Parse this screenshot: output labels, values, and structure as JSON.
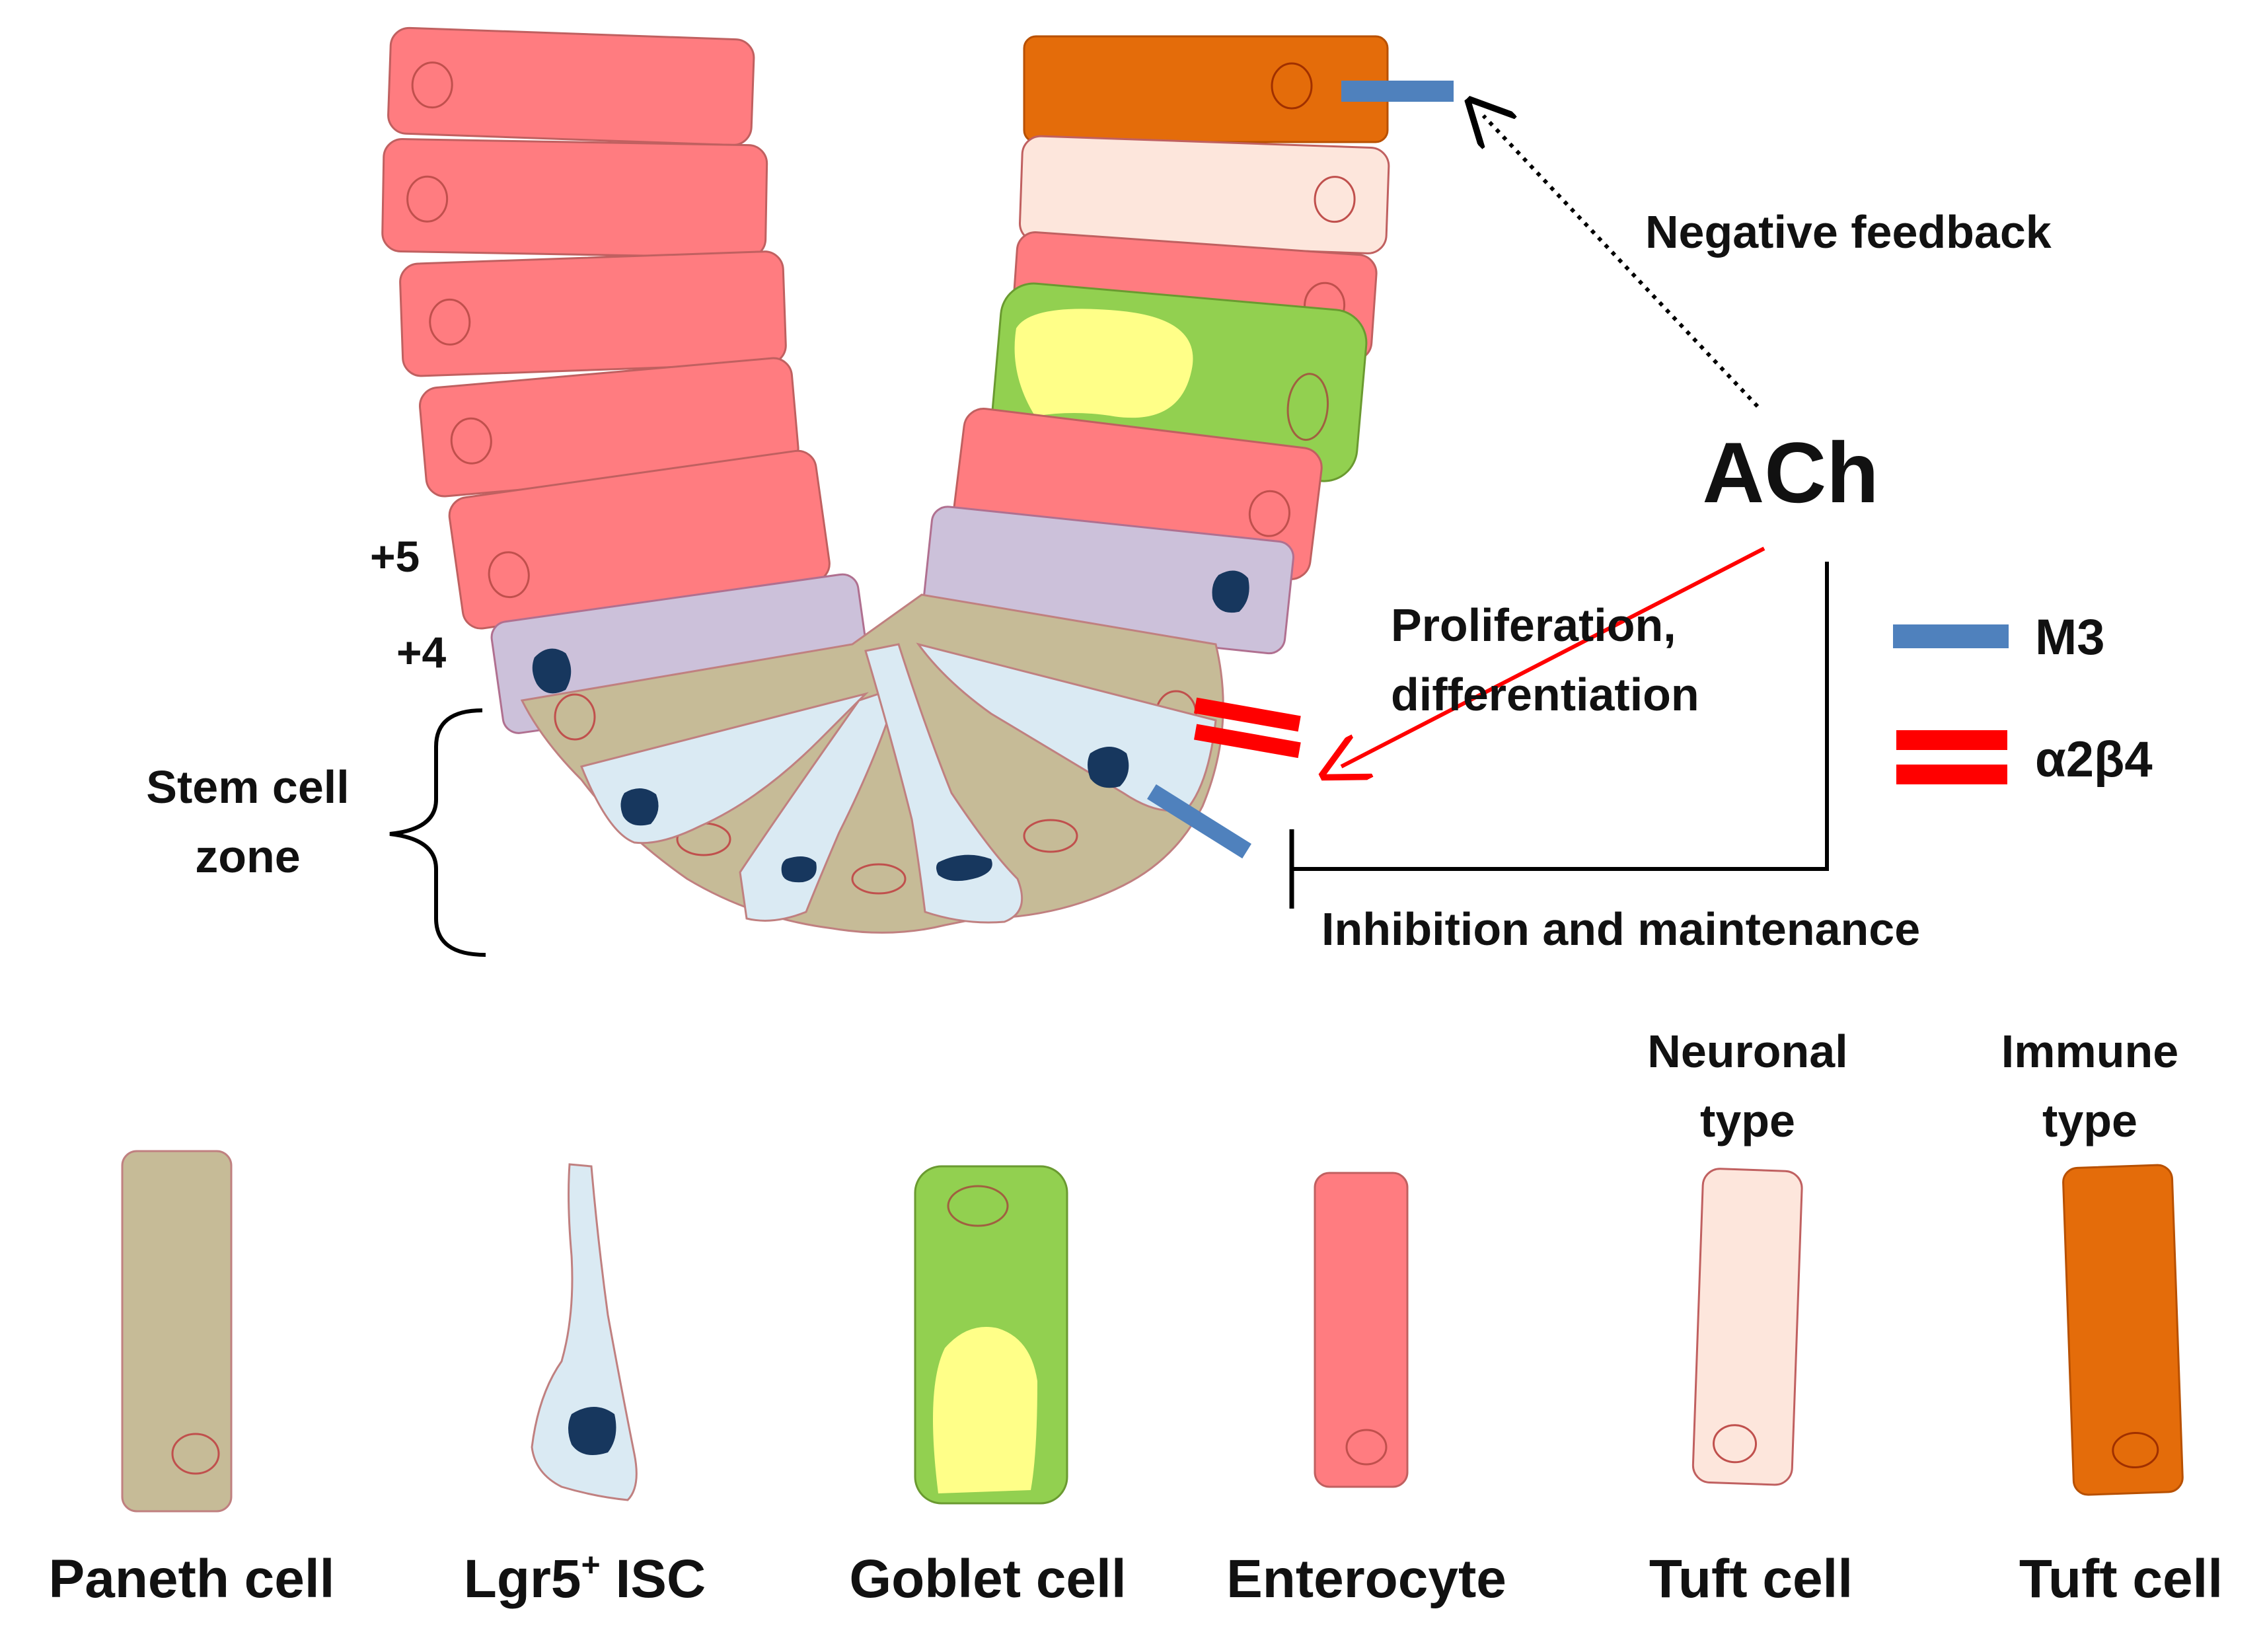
{
  "diagram": {
    "crypt": {
      "position_labels": [
        "+5",
        "+4"
      ],
      "stem_zone_label_line1": "Stem cell",
      "stem_zone_label_line2": "zone"
    },
    "signaling": {
      "ligand": "ACh",
      "negative_feedback": "Negative feedback",
      "prolif_line1": "Proliferation,",
      "prolif_line2": "differentiation",
      "inhibition": "Inhibition and maintenance"
    },
    "legend": {
      "m3": {
        "label": "M3",
        "color": "#4f81bd"
      },
      "a2b4": {
        "label": "α2β4",
        "color": "#ff0000"
      }
    },
    "cell_types": [
      {
        "id": "paneth",
        "label": "Paneth cell",
        "header1": "",
        "header2": "",
        "color": "#c6bb97"
      },
      {
        "id": "lgr5",
        "label_main": "Lgr5",
        "label_sup": "+",
        "label_rest": " ISC",
        "color": "#daeaf3"
      },
      {
        "id": "goblet",
        "label": "Goblet cell",
        "color": "#92d050"
      },
      {
        "id": "enterocyte",
        "label": "Enterocyte",
        "color": "#ff7c80"
      },
      {
        "id": "tuft-neuronal",
        "label": "Tuft cell",
        "header1": "Neuronal",
        "header2": "type",
        "color": "#fde6dc"
      },
      {
        "id": "tuft-immune",
        "label": "Tuft cell",
        "header1": "Immune",
        "header2": "type",
        "color": "#e46c0a"
      }
    ]
  }
}
